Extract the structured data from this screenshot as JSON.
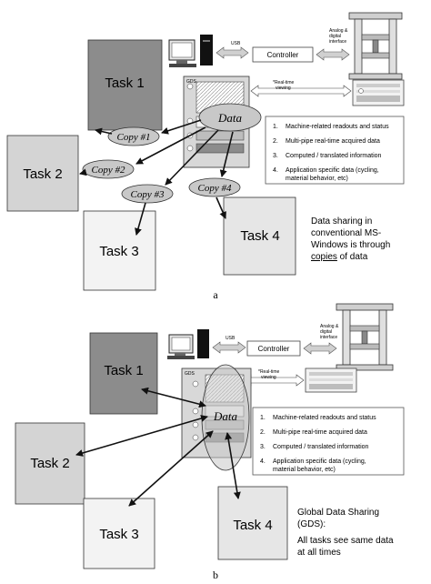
{
  "panel_a": {
    "tasks": [
      "Task 1",
      "Task 2",
      "Task 3",
      "Task 4"
    ],
    "copies": [
      "Copy #1",
      "Copy #2",
      "Copy #3",
      "Copy #4"
    ],
    "data_label": "Data",
    "controller_label": "Controller",
    "usb_label": "USB",
    "analog_label": "Analog &",
    "digital_label": "digital",
    "interface_label": "interface",
    "realtime_label": "*Real-time",
    "viewing_label": "viewing",
    "memory_label": "GDS",
    "legend": [
      {
        "num": "1.",
        "text": "Machine-related readouts and status"
      },
      {
        "num": "2.",
        "text": "Multi-pipe real-time acquired data"
      },
      {
        "num": "3.",
        "text": "Computed / translated information"
      },
      {
        "num": "4.",
        "text": "Application specific data (cycling,",
        "text2": "material behavior, etc)"
      }
    ],
    "note_line1": "Data sharing in",
    "note_line2": "conventional MS-",
    "note_line3": "Windows is through",
    "note_line4_underlined": "copies",
    "note_line4_rest": " of data",
    "caption": "a"
  },
  "panel_b": {
    "tasks": [
      "Task 1",
      "Task 2",
      "Task 3",
      "Task 4"
    ],
    "data_label": "Data",
    "controller_label": "Controller",
    "usb_label": "USB",
    "analog_label": "Analog &",
    "digital_label": "digital",
    "interface_label": "interface",
    "realtime_label": "*Real-time",
    "viewing_label": "viewing",
    "memory_label": "GDS",
    "legend": [
      {
        "num": "1.",
        "text": "Machine-related readouts and status"
      },
      {
        "num": "2.",
        "text": "Multi-pipe real-time acquired data"
      },
      {
        "num": "3.",
        "text": "Computed / translated information"
      },
      {
        "num": "4.",
        "text": "Application specific data (cycling,",
        "text2": "material behavior, etc)"
      }
    ],
    "note_line1": "Global Data Sharing",
    "note_line2": "(GDS):",
    "note_line3": "All tasks see same data",
    "note_line4": "at all times",
    "caption": "b"
  },
  "colors": {
    "task1": "#8c8c8c",
    "task2": "#d4d4d4",
    "task3": "#f3f3f3",
    "task4": "#e6e6e6",
    "panel": "#d8d8d8",
    "ellipse": "#c8c8c8"
  }
}
